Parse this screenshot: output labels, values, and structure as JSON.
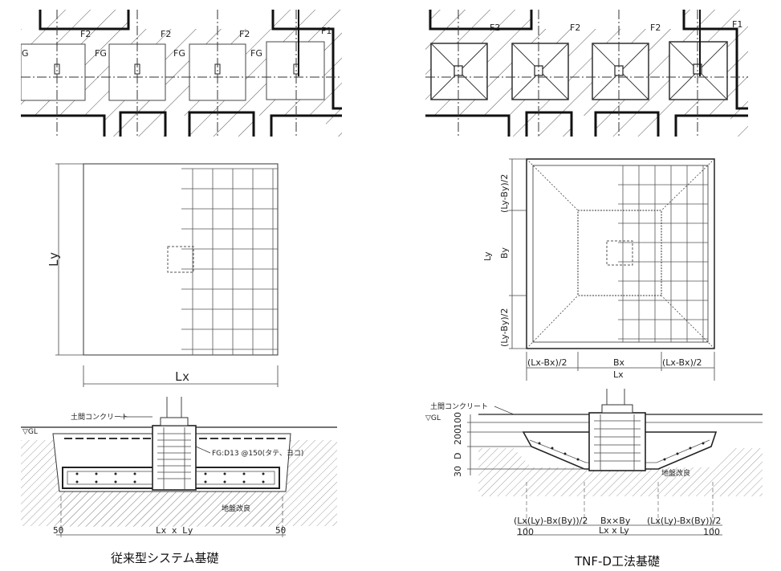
{
  "left": {
    "caption": "従来型システム基礎",
    "plan_labels": {
      "f2": "F2",
      "f1": "F1",
      "fg": "FG",
      "g": "G"
    },
    "footing_dims": {
      "ly": "Ly",
      "lx": "Lx"
    },
    "section": {
      "concrete_label": "土間コンクリート",
      "gl": "▽GL",
      "rebar_note": "FG:D13 @150(タテ、ヨコ)",
      "soil_label": "地盤改良",
      "width_label": "Lx x Ly",
      "edge_left": "50",
      "edge_right": "50"
    }
  },
  "right": {
    "caption": "TNF-D工法基礎",
    "plan_labels": {
      "f2": "F2",
      "f1": "F1"
    },
    "footing_dims": {
      "ly": "Ly",
      "by": "By",
      "ly_by_half": "(Ly-By)/2",
      "lx": "Lx",
      "bx": "Bx",
      "lx_bx_half": "(Lx-Bx)/2"
    },
    "section": {
      "concrete_label": "土間コンクリート",
      "gl": "▽GL",
      "soil_label": "地盤改良",
      "d100": "100",
      "d200": "200",
      "d_label": "D",
      "d30": "30",
      "width_left": "(Lx(Ly)-Bx(By))/2",
      "width_center": "Bx×By",
      "width_right": "(Lx(Ly)-Bx(By))/2",
      "width_total": "Lx x Ly",
      "edge_left": "100",
      "edge_right": "100"
    }
  }
}
